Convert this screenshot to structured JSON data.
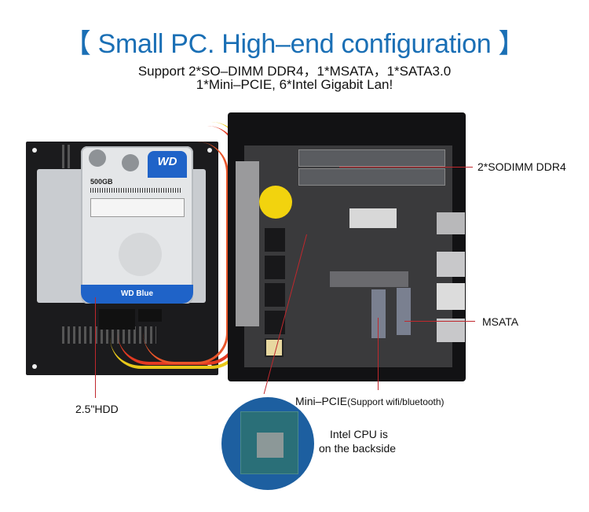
{
  "header": {
    "title": "【 Small PC. High–end configuration 】",
    "subtitle_line1": "Support 2*SO–DIMM DDR4，1*MSATA，1*SATA3.0",
    "subtitle_line2": "1*Mini–PCIE, 6*Intel Gigabit Lan!"
  },
  "colors": {
    "title": "#1a6fb5",
    "callout_line": "#c0282d",
    "hdd_label_blue": "#1f63c8",
    "battery_yellow": "#f2d30e",
    "cpu_board_blue": "#1d5fa0"
  },
  "hdd": {
    "brand": "WD",
    "capacity": "500GB",
    "series": "WD Blue"
  },
  "callouts": {
    "sodimm": "2*SODIMM DDR4",
    "msata": "MSATA",
    "hdd": "2.5\"HDD",
    "minipcie_main": "Mini–PCIE",
    "minipcie_note": "(Support wifi/bluetooth)",
    "cpu_line1": "Intel CPU is",
    "cpu_line2": "on the backside"
  }
}
